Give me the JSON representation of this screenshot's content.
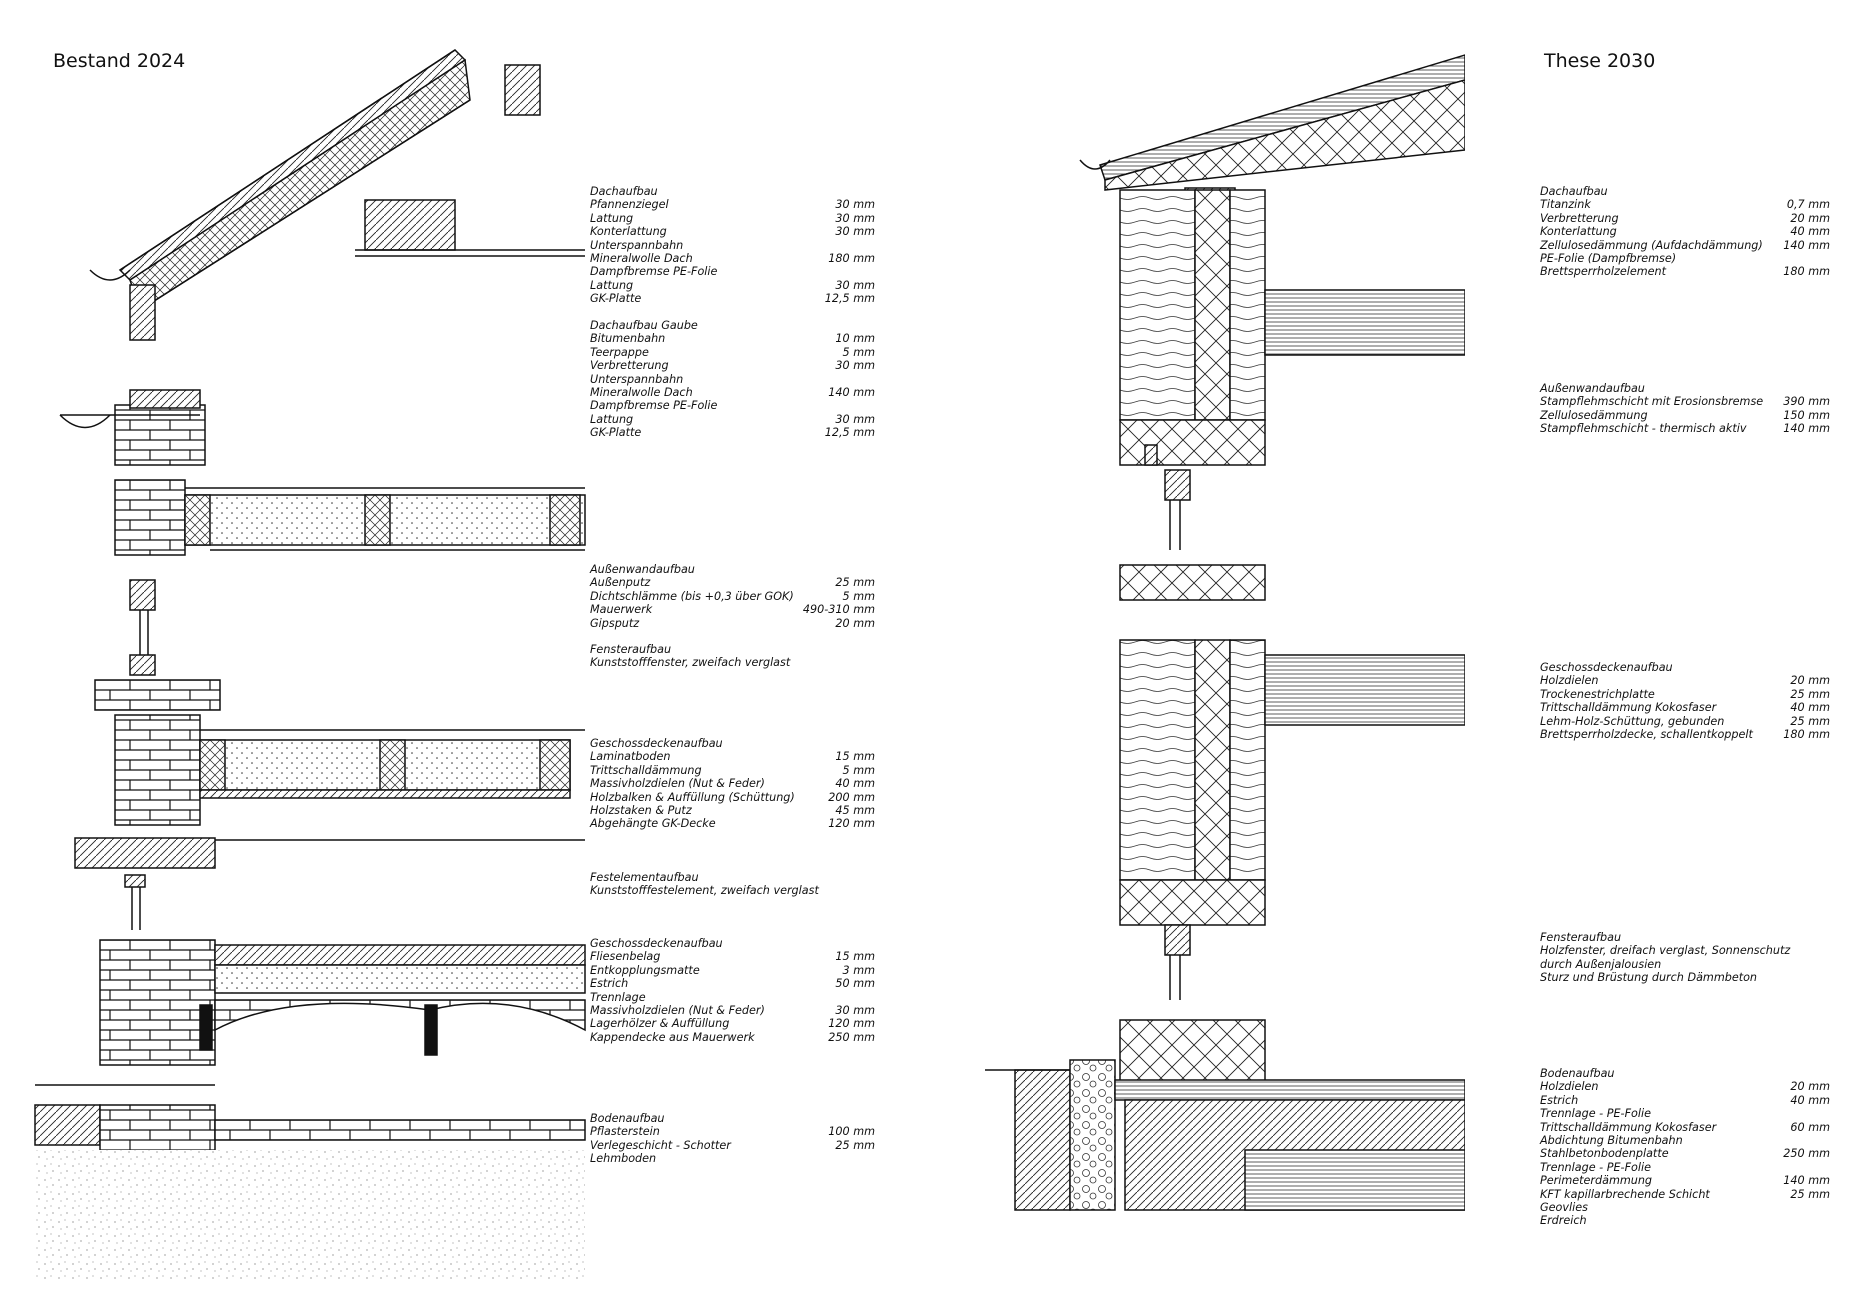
{
  "left": {
    "title": "Bestand 2024",
    "specs": [
      {
        "heading": "Dachaufbau",
        "rows": [
          [
            "Pfannenziegel",
            "30 mm"
          ],
          [
            "Lattung",
            "30 mm"
          ],
          [
            "Konterlattung",
            "30 mm"
          ],
          [
            "Unterspannbahn",
            ""
          ],
          [
            "Mineralwolle Dach",
            "180 mm"
          ],
          [
            "Dampfbremse PE-Folie",
            ""
          ],
          [
            "Lattung",
            "30 mm"
          ],
          [
            "GK-Platte",
            "12,5 mm"
          ]
        ]
      },
      {
        "heading": "Dachaufbau Gaube",
        "rows": [
          [
            "Bitumenbahn",
            "10 mm"
          ],
          [
            "Teerpappe",
            "5 mm"
          ],
          [
            "Verbretterung",
            "30 mm"
          ],
          [
            "Unterspannbahn",
            ""
          ],
          [
            "Mineralwolle Dach",
            "140 mm"
          ],
          [
            "Dampfbremse PE-Folie",
            ""
          ],
          [
            "Lattung",
            "30 mm"
          ],
          [
            "GK-Platte",
            "12,5 mm"
          ]
        ]
      },
      {
        "heading": "Außenwandaufbau",
        "rows": [
          [
            "Außenputz",
            "25 mm"
          ],
          [
            "Dichtschlämme (bis +0,3 über GOK)",
            "5 mm"
          ],
          [
            "Mauerwerk",
            "490-310 mm"
          ],
          [
            "Gipsputz",
            "20 mm"
          ]
        ]
      },
      {
        "heading": "Fensteraufbau",
        "rows": [
          [
            "Kunststofffenster, zweifach verglast",
            ""
          ]
        ]
      },
      {
        "heading": "Geschossdeckenaufbau",
        "rows": [
          [
            "Laminatboden",
            "15 mm"
          ],
          [
            "Trittschalldämmung",
            "5 mm"
          ],
          [
            "Massivholzdielen (Nut & Feder)",
            "40 mm"
          ],
          [
            "Holzbalken & Auffüllung (Schüttung)",
            "200 mm"
          ],
          [
            "Holzstaken & Putz",
            "45 mm"
          ],
          [
            "Abgehängte GK-Decke",
            "120 mm"
          ]
        ]
      },
      {
        "heading": "Festelementaufbau",
        "rows": [
          [
            "Kunststofffestelement, zweifach verglast",
            ""
          ]
        ]
      },
      {
        "heading": "Geschossdeckenaufbau",
        "rows": [
          [
            "Fliesenbelag",
            "15 mm"
          ],
          [
            "Entkopplungsmatte",
            "3 mm"
          ],
          [
            "Estrich",
            "50 mm"
          ],
          [
            "Trennlage",
            ""
          ],
          [
            "Massivholzdielen (Nut & Feder)",
            "30 mm"
          ],
          [
            "Lagerhölzer & Auffüllung",
            "120 mm"
          ],
          [
            "Kappendecke aus Mauerwerk",
            "250 mm"
          ]
        ]
      },
      {
        "heading": "Bodenaufbau",
        "rows": [
          [
            "Pflasterstein",
            "100 mm"
          ],
          [
            "Verlegeschicht - Schotter",
            "25 mm"
          ],
          [
            "Lehmboden",
            ""
          ]
        ]
      }
    ]
  },
  "right": {
    "title": "These 2030",
    "specs": [
      {
        "heading": "Dachaufbau",
        "rows": [
          [
            "Titanzink",
            "0,7 mm"
          ],
          [
            "Verbretterung",
            "20 mm"
          ],
          [
            "Konterlattung",
            "40 mm"
          ],
          [
            "Zellulosedämmung (Aufdachdämmung)",
            "140 mm"
          ],
          [
            "PE-Folie (Dampfbremse)",
            ""
          ],
          [
            "Brettsperrholzelement",
            "180 mm"
          ]
        ]
      },
      {
        "heading": "Außenwandaufbau",
        "rows": [
          [
            "Stampflehmschicht mit Erosionsbremse",
            "390 mm"
          ],
          [
            "Zellulosedämmung",
            "150 mm"
          ],
          [
            "Stampflehmschicht - thermisch aktiv",
            "140 mm"
          ]
        ]
      },
      {
        "heading": "Geschossdeckenaufbau",
        "rows": [
          [
            "Holzdielen",
            "20 mm"
          ],
          [
            "Trockenestrichplatte",
            "25 mm"
          ],
          [
            "Trittschalldämmung Kokosfaser",
            "40 mm"
          ],
          [
            "Lehm-Holz-Schüttung, gebunden",
            "25 mm"
          ],
          [
            "Brettsperrholzdecke, schallentkoppelt",
            "180 mm"
          ]
        ]
      },
      {
        "heading": "Fensteraufbau",
        "rows": [
          [
            "Holzfenster, dreifach verglast, Sonnenschutz",
            ""
          ],
          [
            "durch Außenjalousien",
            ""
          ],
          [
            "Sturz und Brüstung durch Dämmbeton",
            ""
          ]
        ]
      },
      {
        "heading": "Bodenaufbau",
        "rows": [
          [
            "Holzdielen",
            "20 mm"
          ],
          [
            "Estrich",
            "40 mm"
          ],
          [
            "Trennlage - PE-Folie",
            ""
          ],
          [
            "Trittschalldämmung Kokosfaser",
            "60 mm"
          ],
          [
            "Abdichtung Bitumenbahn",
            ""
          ],
          [
            "Stahlbetonbodenplatte",
            "250 mm"
          ],
          [
            "Trennlage - PE-Folie",
            ""
          ],
          [
            "Perimeterdämmung",
            "140 mm"
          ],
          [
            "KFT kapillarbrechende Schicht",
            "25 mm"
          ],
          [
            "Geovlies",
            ""
          ],
          [
            "Erdreich",
            ""
          ]
        ]
      }
    ]
  }
}
